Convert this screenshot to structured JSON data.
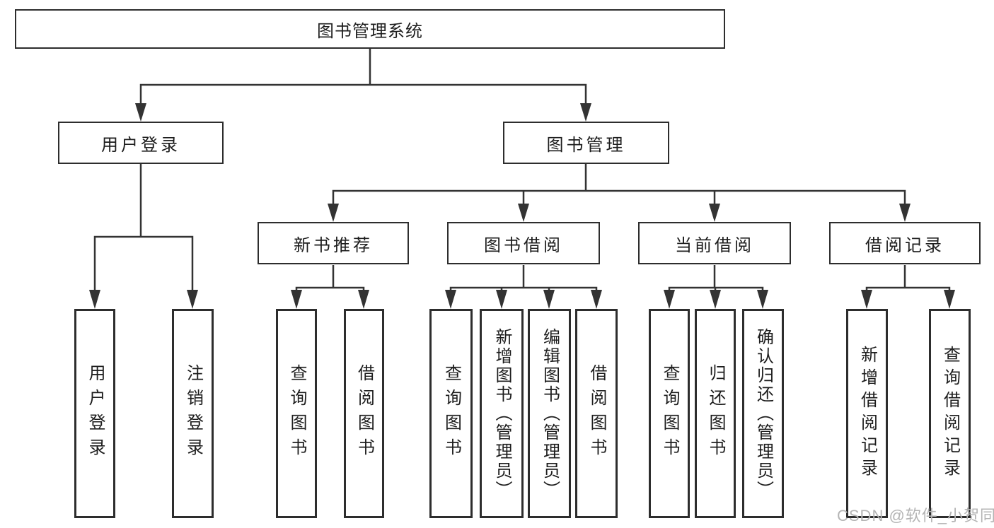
{
  "diagram": {
    "line_color": "#333333",
    "box_border_color": "#2d2d2d",
    "text_color": "#1d1d1d",
    "background_color": "#ffffff",
    "root": {
      "label": "图书管理系统"
    },
    "login": {
      "label": "用户登录",
      "children": [
        {
          "label": "用户登录"
        },
        {
          "label": "注销登录"
        }
      ]
    },
    "manage": {
      "label": "图书管理",
      "children": [
        {
          "label": "新书推荐",
          "children": [
            {
              "label": "查询图书"
            },
            {
              "label": "借阅图书"
            }
          ]
        },
        {
          "label": "图书借阅",
          "children": [
            {
              "label": "查询图书"
            },
            {
              "label": "新增图书（管理员）"
            },
            {
              "label": "编辑图书（管理员）"
            },
            {
              "label": "借阅图书"
            }
          ]
        },
        {
          "label": "当前借阅",
          "children": [
            {
              "label": "查询图书"
            },
            {
              "label": "归还图书"
            },
            {
              "label": "确认归还（管理员）"
            }
          ]
        },
        {
          "label": "借阅记录",
          "children": [
            {
              "label": "新增借阅记录"
            },
            {
              "label": "查询借阅记录"
            }
          ]
        }
      ]
    }
  },
  "watermark": {
    "text": "CSDN @软件_小贺同学",
    "color": "#b4b4b4"
  }
}
